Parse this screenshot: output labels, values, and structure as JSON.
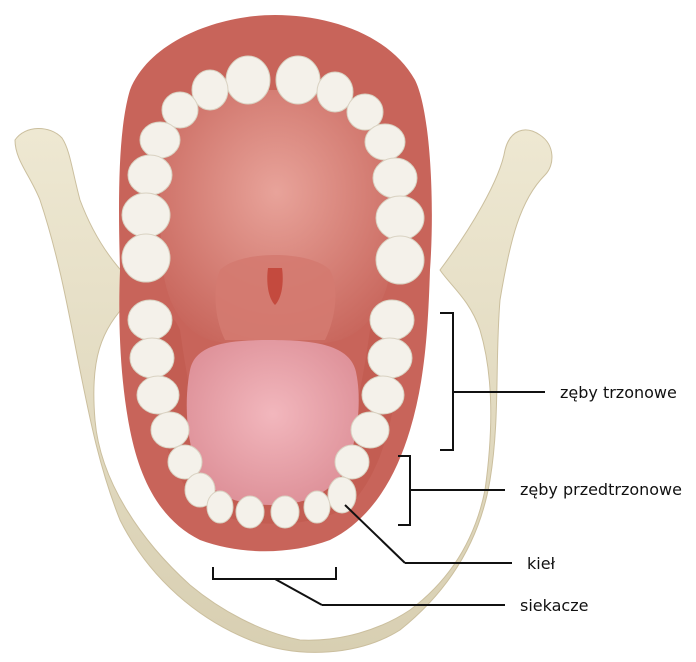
{
  "labels": {
    "molars": "zęby trzonowe",
    "premolars": "zęby przedtrzonowe",
    "canine": "kieł",
    "incisors": "siekacze"
  },
  "colors": {
    "bone": "#e8e0c8",
    "gum": "#c8645a",
    "palate": "#d9847a",
    "tongue": "#e9a0a6",
    "tooth": "#f4f1ea",
    "leader": "#111111"
  }
}
